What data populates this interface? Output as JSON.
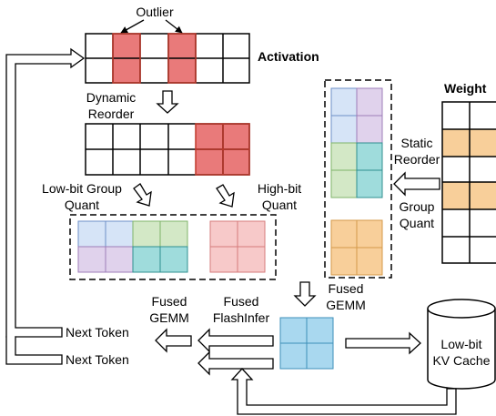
{
  "labels": {
    "outlier": "Outlier",
    "activation": "Activation",
    "dynamic_reorder_1": "Dynamic",
    "dynamic_reorder_2": "Reorder",
    "weight": "Weight",
    "static_reorder_1": "Static",
    "static_reorder_2": "Reorder",
    "low_bit_group_quant_1": "Low-bit Group",
    "low_bit_group_quant_2": "Quant",
    "high_bit_quant_1": "High-bit",
    "high_bit_quant_2": "Quant",
    "group_quant_1": "Group",
    "group_quant_2": "Quant",
    "fused_gemm_top_1": "Fused",
    "fused_gemm_top_2": "GEMM",
    "fused_flashinfer_1": "Fused",
    "fused_flashinfer_2": "FlashInfer",
    "fused_gemm_left_1": "Fused",
    "fused_gemm_left_2": "GEMM",
    "next_token_1": "Next Token",
    "next_token_2": "Next Token",
    "kv_cache_1": "Low-bit",
    "kv_cache_2": "KV Cache"
  },
  "colors": {
    "outlier_red": "#e97a7a",
    "outlier_stroke": "#c0392b",
    "high_bit_pink": "#f7c9c9",
    "blue": "#d6e4f7",
    "purple": "#e0d2ec",
    "green": "#d3e8c6",
    "teal": "#9fdcdc",
    "orange": "#f8cf9a",
    "gemm_blue": "#a9d8ef"
  }
}
